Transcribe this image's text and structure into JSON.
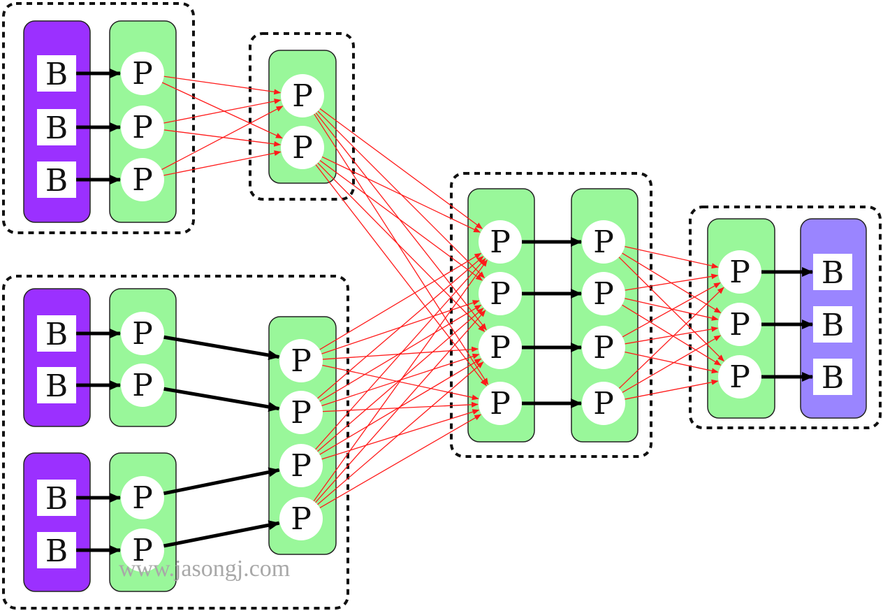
{
  "labels": {
    "broker": "B",
    "processor": "P"
  },
  "watermark": "www.jasongj.com",
  "colors": {
    "broker": "#9b30ff",
    "broker_light": "#9a85ff",
    "processor": "#99f79a",
    "red_edge": "#ff1a1a",
    "black_edge": "#000000"
  }
}
